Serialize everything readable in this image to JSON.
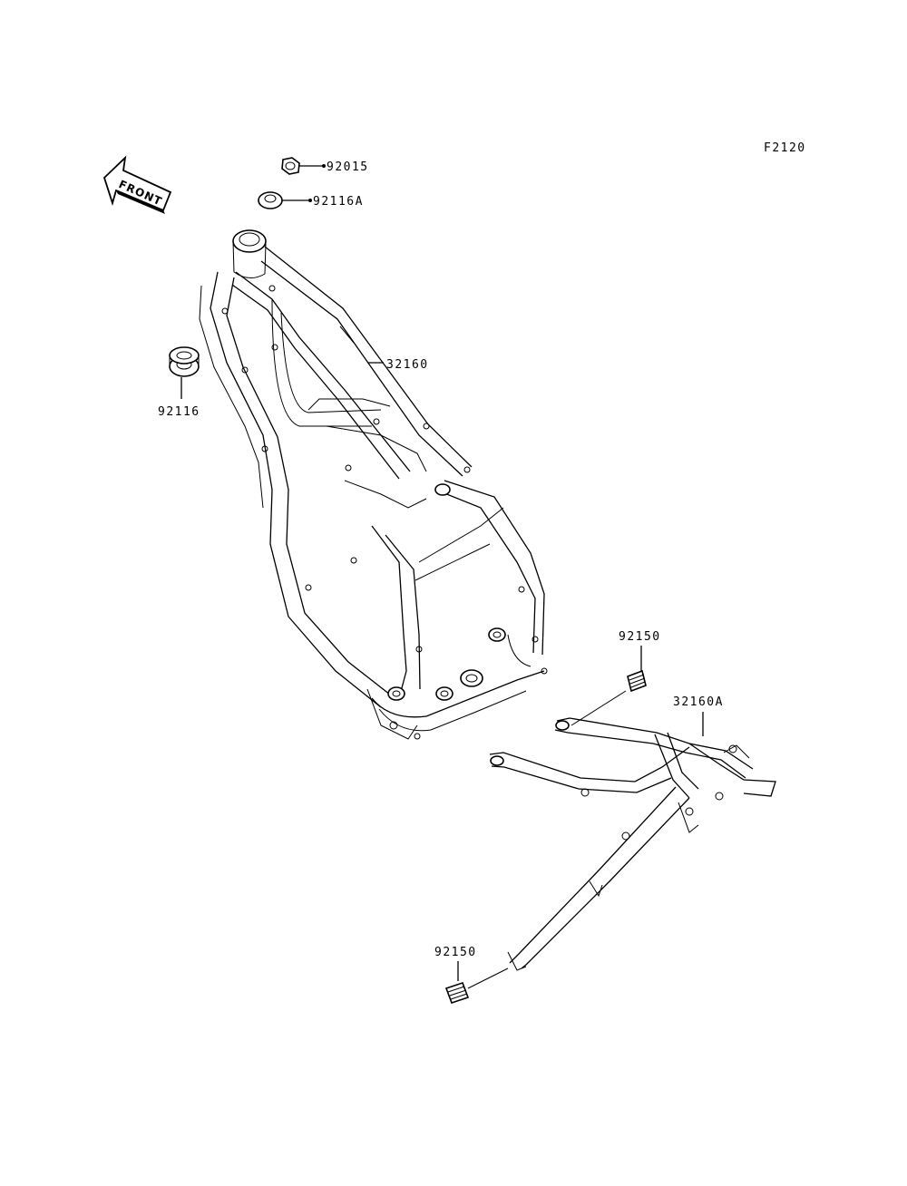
{
  "figure_code": "F2120",
  "front_label": "FRONT",
  "callouts": {
    "p92015": "92015",
    "p92116A": "92116A",
    "p92116": "92116",
    "p32160": "32160",
    "p92150_top": "92150",
    "p32160A": "32160A",
    "p92150_bottom": "92150"
  },
  "colors": {
    "ink": "#000000",
    "paper": "#ffffff"
  }
}
